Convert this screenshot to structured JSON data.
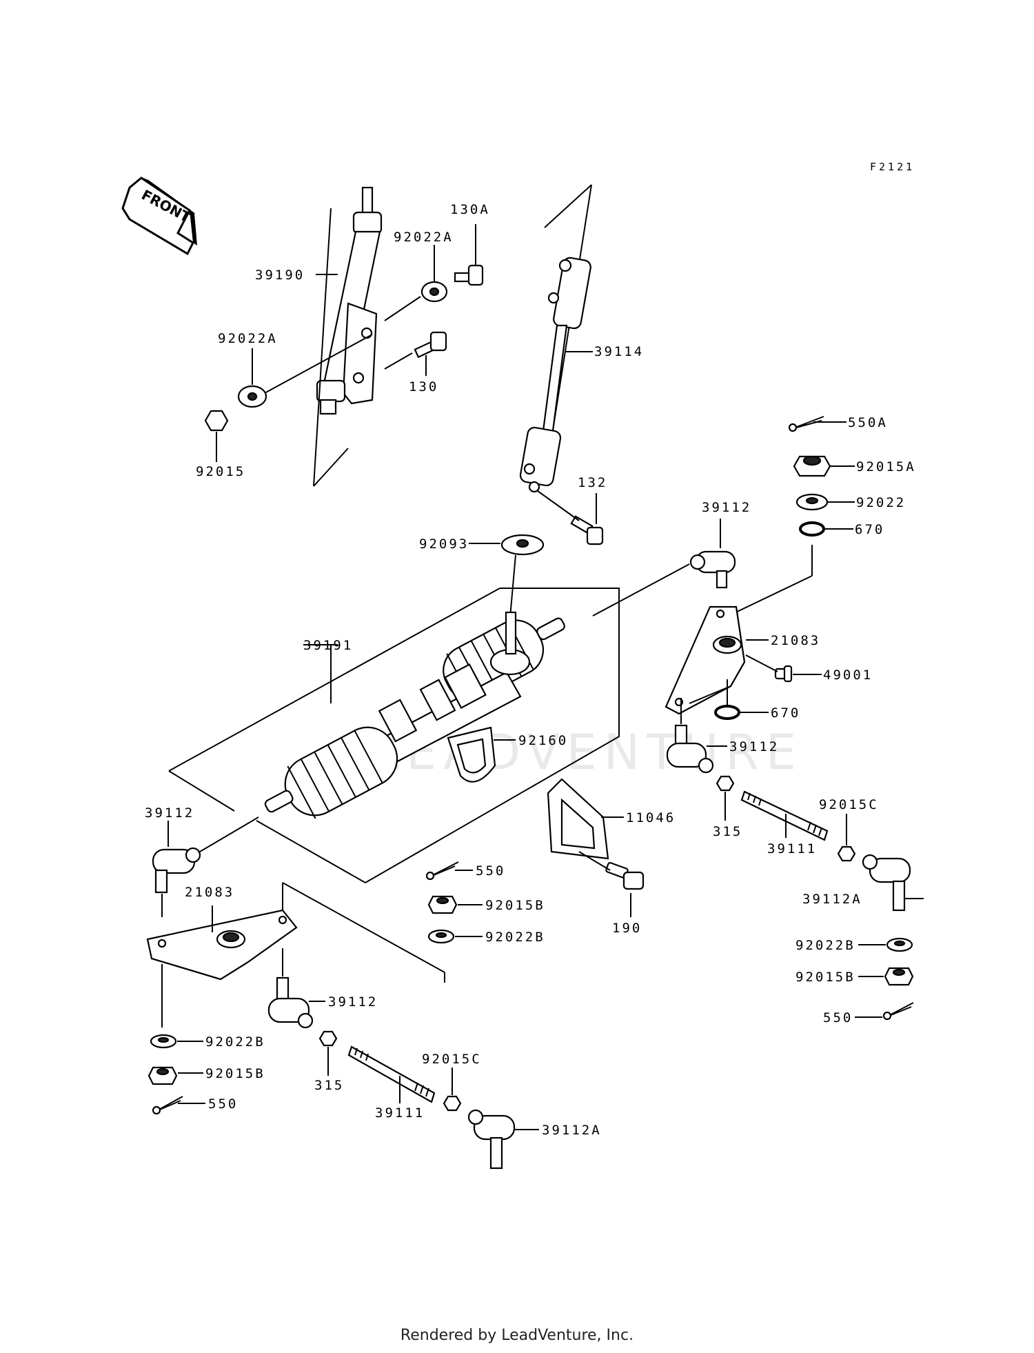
{
  "diagram_code": "F2121",
  "front_label": "FRONT",
  "watermark": "LEADVENTURE",
  "footer": "Rendered by LeadVenture, Inc.",
  "labels": {
    "l39190": "39190",
    "l92022A_top": "92022A",
    "l130A": "130A",
    "l92022A_left": "92022A",
    "l130": "130",
    "l92015": "92015",
    "l39114": "39114",
    "l550A": "550A",
    "l92015A": "92015A",
    "l92022": "92022",
    "l670_top": "670",
    "l132": "132",
    "l39112_top": "39112",
    "l92093": "92093",
    "l21083_right": "21083",
    "l49001": "49001",
    "l670_bot": "670",
    "l39191": "39191",
    "l92160": "92160",
    "l39112_right": "39112",
    "l11046": "11046",
    "l315_right": "315",
    "l92015C_right": "92015C",
    "l39111_right": "39111",
    "l39112A_right": "39112A",
    "l39112_left": "39112",
    "l550_mid": "550",
    "l21083_left": "21083",
    "l92015B_mid": "92015B",
    "l92022B_mid": "92022B",
    "l190": "190",
    "l92022B_right": "92022B",
    "l92015B_right": "92015B",
    "l550_right": "550",
    "l39112_low": "39112",
    "l92022B_left": "92022B",
    "l92015B_left": "92015B",
    "l550_left": "550",
    "l315_left": "315",
    "l92015C_left": "92015C",
    "l39111_left": "39111",
    "l39112A_left": "39112A"
  }
}
